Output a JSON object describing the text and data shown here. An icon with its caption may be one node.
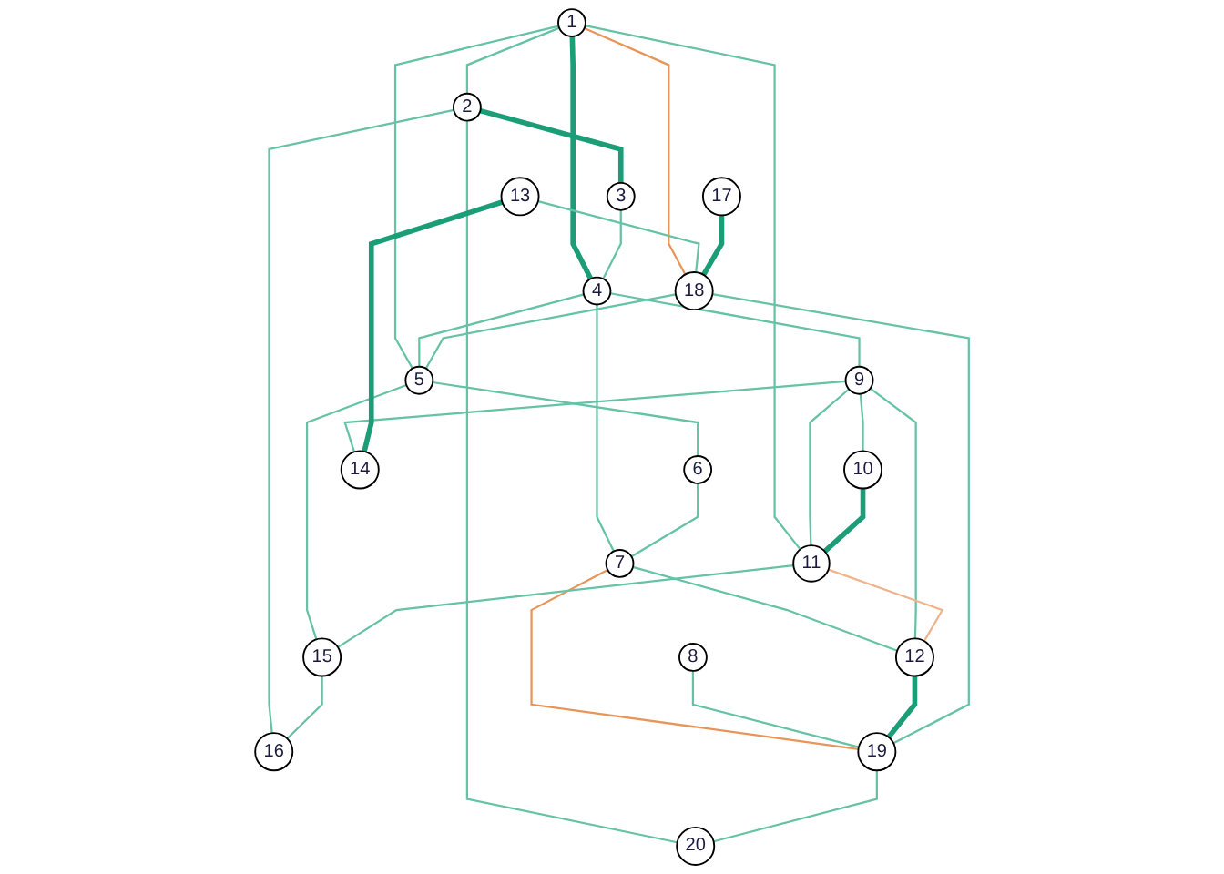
{
  "diagram": {
    "nodes": [
      {
        "text": [
          "1"
        ]
      },
      {
        "text": [
          "2"
        ]
      },
      {
        "text": [
          "3"
        ]
      },
      {
        "text": [
          "4"
        ]
      },
      {
        "text": [
          "5"
        ]
      },
      {
        "text": [
          "6"
        ]
      },
      {
        "text": [
          "7"
        ]
      },
      {
        "text": [
          "8"
        ]
      },
      {
        "text": [
          "9"
        ]
      },
      {
        "text": [
          "10"
        ]
      },
      {
        "text": [
          "11"
        ]
      },
      {
        "text": [
          "12"
        ]
      },
      {
        "text": [
          "13"
        ]
      },
      {
        "text": [
          "14"
        ]
      },
      {
        "text": [
          "15"
        ]
      },
      {
        "text": [
          "16"
        ]
      },
      {
        "text": [
          "17"
        ]
      },
      {
        "text": [
          "18"
        ]
      },
      {
        "text": [
          "19"
        ]
      },
      {
        "text": [
          "20"
        ]
      }
    ],
    "edges": [
      {
        "from": 0,
        "to": 1,
        "arrow": "none"
      },
      {
        "from": 0,
        "to": 3,
        "arrow": "none",
        "style": "thick",
        "color": "#1b9e77"
      },
      {
        "from": 0,
        "to": 4,
        "arrow": "none"
      },
      {
        "from": 0,
        "to": 10,
        "arrow": "none"
      },
      {
        "from": 0,
        "to": 17,
        "arrow": "none",
        "color": "#e8955a"
      },
      {
        "from": 1,
        "to": 2,
        "arrow": "none",
        "style": "thick",
        "color": "#1b9e77"
      },
      {
        "from": 1,
        "to": 15,
        "arrow": "none"
      },
      {
        "from": 1,
        "to": 19,
        "arrow": "none"
      },
      {
        "from": 2,
        "to": 3,
        "arrow": "none"
      },
      {
        "from": 3,
        "to": 4,
        "arrow": "none"
      },
      {
        "from": 3,
        "to": 6,
        "arrow": "none"
      },
      {
        "from": 3,
        "to": 8,
        "arrow": "none"
      },
      {
        "from": 4,
        "to": 5,
        "arrow": "none"
      },
      {
        "from": 4,
        "to": 14,
        "arrow": "none"
      },
      {
        "from": 17,
        "to": 4,
        "arrow": "none"
      },
      {
        "from": 5,
        "to": 6,
        "arrow": "none"
      },
      {
        "from": 6,
        "to": 11,
        "arrow": "none"
      },
      {
        "from": 6,
        "to": 18,
        "arrow": "none",
        "color": "#e8955a"
      },
      {
        "from": 7,
        "to": 18,
        "arrow": "none"
      },
      {
        "from": 8,
        "to": 9,
        "arrow": "none"
      },
      {
        "from": 8,
        "to": 10,
        "arrow": "none"
      },
      {
        "from": 8,
        "to": 11,
        "arrow": "none"
      },
      {
        "from": 8,
        "to": 13,
        "arrow": "none"
      },
      {
        "from": 9,
        "to": 10,
        "arrow": "none",
        "style": "thick",
        "color": "#1b9e77"
      },
      {
        "from": 10,
        "to": 11,
        "arrow": "none",
        "color": "#f0b48c"
      },
      {
        "from": 10,
        "to": 14,
        "arrow": "none"
      },
      {
        "from": 11,
        "to": 18,
        "arrow": "none",
        "style": "thick",
        "color": "#1b9e77"
      },
      {
        "from": 12,
        "to": 13,
        "arrow": "none",
        "style": "thick",
        "color": "#1b9e77"
      },
      {
        "from": 12,
        "to": 17,
        "arrow": "none"
      },
      {
        "from": 14,
        "to": 15,
        "arrow": "none"
      },
      {
        "from": 16,
        "to": 17,
        "arrow": "none",
        "style": "thick",
        "color": "#1b9e77"
      },
      {
        "from": 17,
        "to": 18,
        "arrow": "none"
      },
      {
        "from": 18,
        "to": 19,
        "arrow": "none"
      }
    ]
  }
}
